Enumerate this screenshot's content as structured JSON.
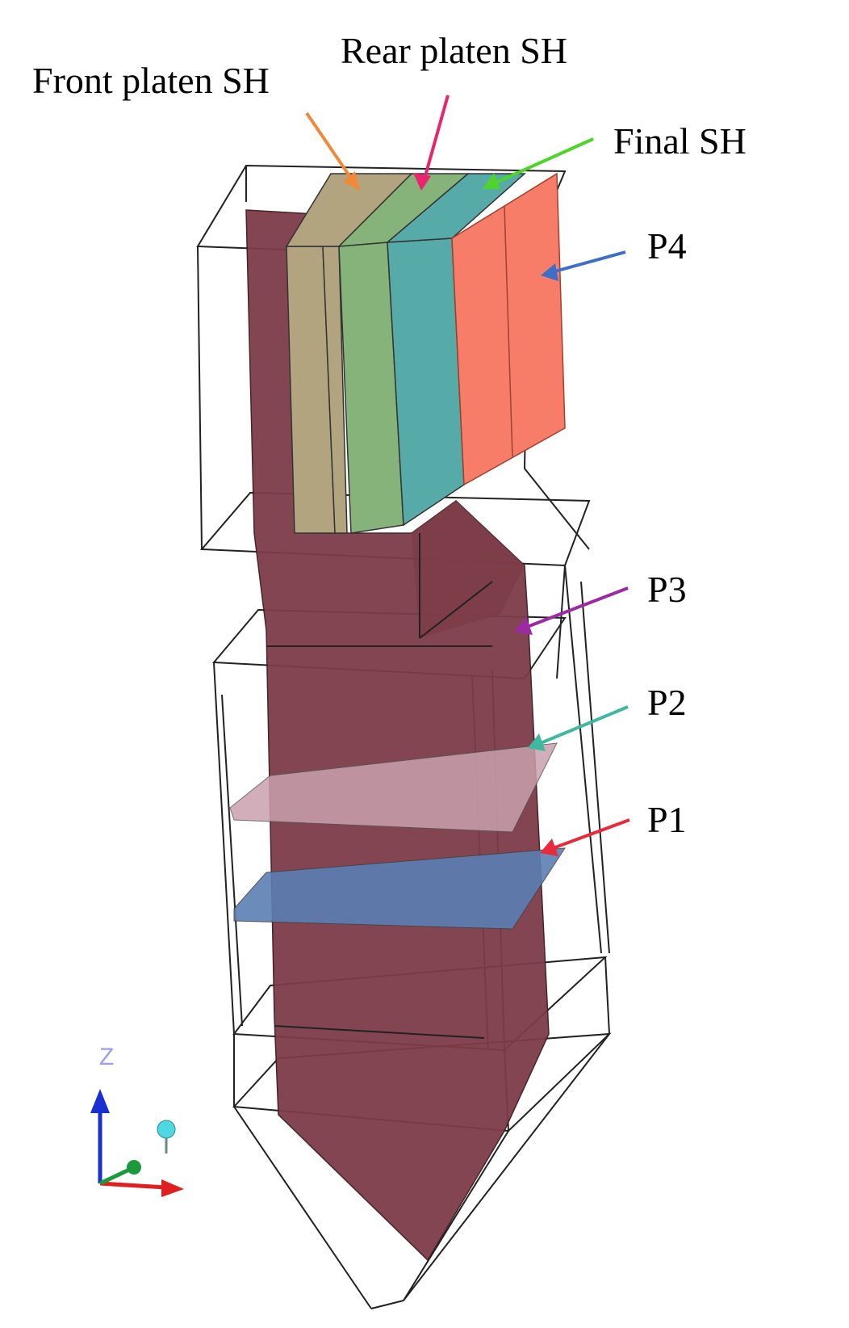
{
  "labels": {
    "front_platen": "Front platen SH",
    "rear_platen": "Rear platen SH",
    "final_sh": "Final SH",
    "p4": "P4",
    "p3": "P3",
    "p2": "P2",
    "p1": "P1"
  },
  "axis": {
    "z_label": "Z"
  },
  "colors": {
    "furnace_wall": "#7d3c48",
    "front_platen": "#b3a480",
    "rear_platen": "#86b37a",
    "final_sh": "#56aaa8",
    "p4_panel": "#f77d68",
    "p2_plane": "#c9a0ad",
    "p1_plane": "#5b7fb3",
    "arrow_front_platen": "#f08a3a",
    "arrow_rear_platen": "#e8256e",
    "arrow_final_sh": "#4ed42a",
    "arrow_p4": "#3d6fc9",
    "arrow_p3": "#9c2aa3",
    "arrow_p2": "#3fb8a2",
    "arrow_p1": "#e82a3a",
    "axis_z": "#1a2fd1",
    "axis_x": "#e02020",
    "axis_y": "#1a9a3a"
  }
}
